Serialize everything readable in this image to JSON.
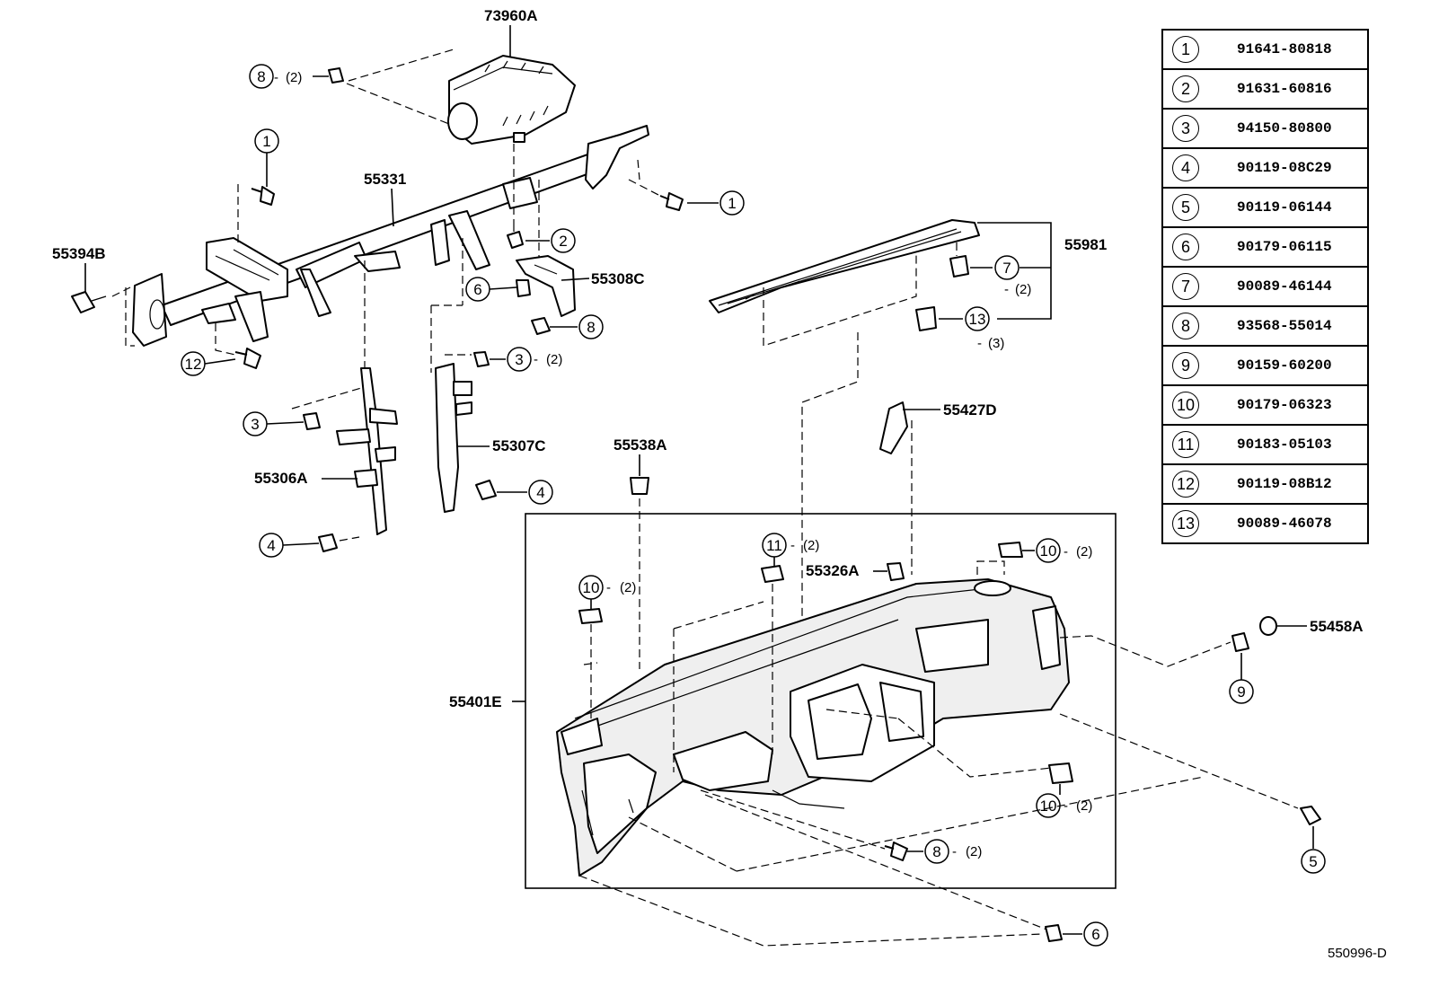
{
  "callouts": {
    "p73960A": "73960A",
    "p55331": "55331",
    "p55394B": "55394B",
    "p55308C": "55308C",
    "p55981": "55981",
    "p55307C": "55307C",
    "p55306A": "55306A",
    "p55538A": "55538A",
    "p55427D": "55427D",
    "p55326A": "55326A",
    "p55458A": "55458A",
    "p55401E": "55401E"
  },
  "refs": {
    "r1": "1",
    "r2": "2",
    "r3": "3",
    "r4": "4",
    "r5": "5",
    "r6": "6",
    "r7": "7",
    "r8": "8",
    "r9": "9",
    "r10": "10",
    "r11": "11",
    "r12": "12",
    "r13": "13"
  },
  "quantities": {
    "q2": "(2)",
    "q3": "(3)"
  },
  "legend": [
    {
      "num": "1",
      "code": "91641-80818"
    },
    {
      "num": "2",
      "code": "91631-60816"
    },
    {
      "num": "3",
      "code": "94150-80800"
    },
    {
      "num": "4",
      "code": "90119-08C29"
    },
    {
      "num": "5",
      "code": "90119-06144"
    },
    {
      "num": "6",
      "code": "90179-06115"
    },
    {
      "num": "7",
      "code": "90089-46144"
    },
    {
      "num": "8",
      "code": "93568-55014"
    },
    {
      "num": "9",
      "code": "90159-60200"
    },
    {
      "num": "10",
      "code": "90179-06323"
    },
    {
      "num": "11",
      "code": "90183-05103"
    },
    {
      "num": "12",
      "code": "90119-08B12"
    },
    {
      "num": "13",
      "code": "90089-46078"
    }
  ],
  "diagram_code": "550996-D"
}
